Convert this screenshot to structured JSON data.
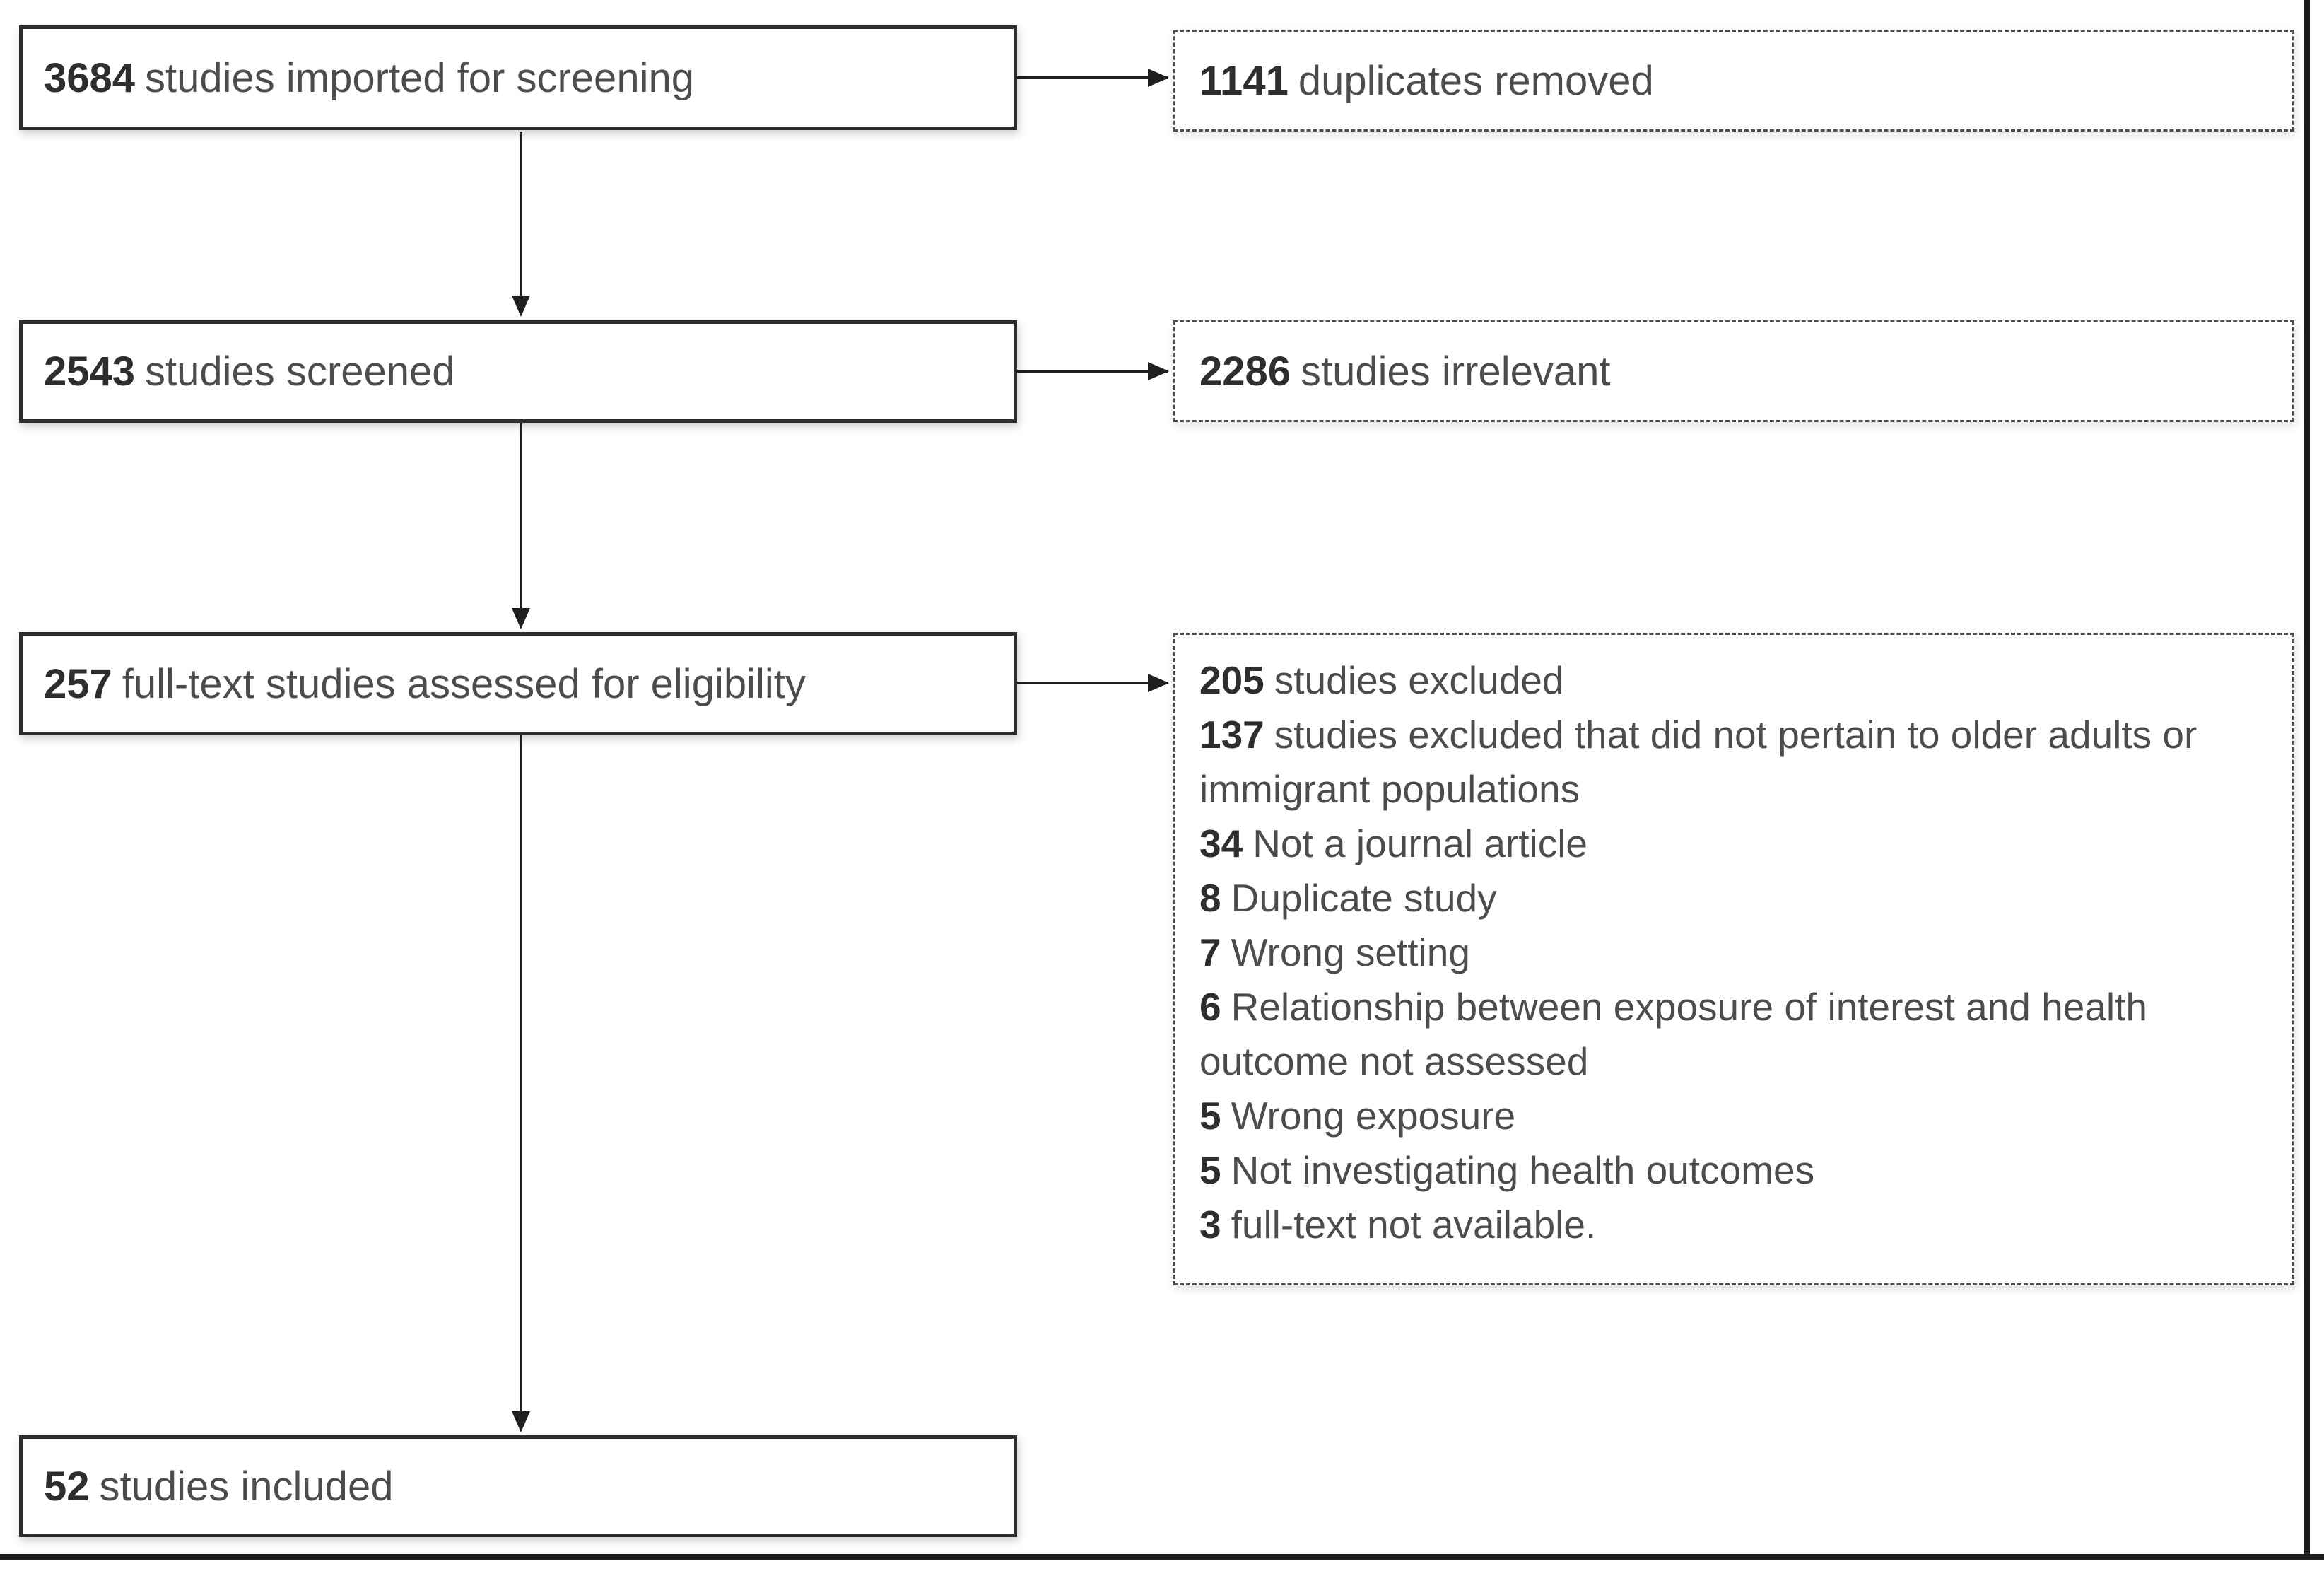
{
  "diagram": {
    "type": "prisma-flow",
    "steps": [
      {
        "count": "3684",
        "label": "studies imported for screening"
      },
      {
        "count": "2543",
        "label": "studies screened"
      },
      {
        "count": "257",
        "label": "full-text studies assessed for eligibility"
      },
      {
        "count": "52",
        "label": "studies included"
      }
    ],
    "exclusions": {
      "duplicates": {
        "count": "1141",
        "label": "duplicates removed"
      },
      "irrelevant": {
        "count": "2286",
        "label": "studies irrelevant"
      },
      "fulltext": {
        "count": "205",
        "label": "studies excluded",
        "reasons": [
          {
            "count": "137",
            "label": "studies excluded that did not pertain to older adults or immigrant populations"
          },
          {
            "count": "34",
            "label": "Not a journal article"
          },
          {
            "count": "8",
            "label": "Duplicate study"
          },
          {
            "count": "7",
            "label": "Wrong setting"
          },
          {
            "count": "6",
            "label": "Relationship between exposure of interest and health outcome not assessed"
          },
          {
            "count": "5",
            "label": "Wrong exposure"
          },
          {
            "count": "5",
            "label": "Not investigating health outcomes"
          },
          {
            "count": "3",
            "label": "full-text not available."
          }
        ]
      }
    },
    "colors": {
      "box_border": "#2d2d2d",
      "dotted_border": "#4d4d4d",
      "number_text": "#2e2e2e",
      "label_text": "#4c4c4c",
      "background": "#ffffff"
    }
  }
}
